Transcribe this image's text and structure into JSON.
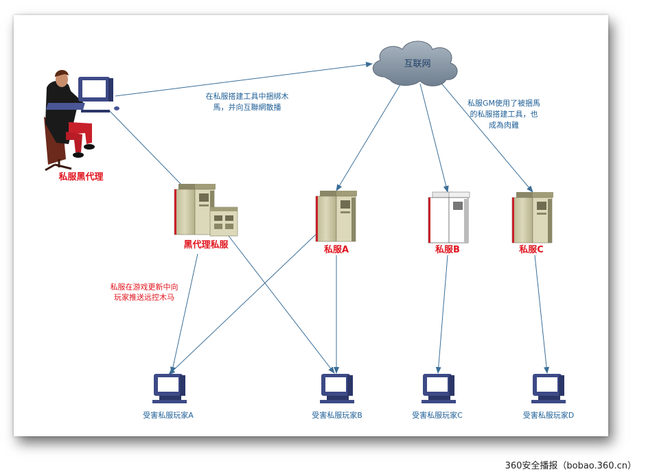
{
  "nodes": {
    "agent": "私服黑代理",
    "internet": "互联网",
    "black_server": "黑代理私服",
    "server_a": "私服A",
    "server_b": "私服B",
    "server_c": "私服C",
    "victim_a": "受害私服玩家A",
    "victim_b": "受害私服玩家B",
    "victim_c": "受害私服玩家C",
    "victim_d": "受害私服玩家D"
  },
  "annotations": {
    "spread_line1": "在私服搭建工具中捆绑木",
    "spread_line2": "馬，并向互聯網散播",
    "gm_line1": "私服GM使用了被捆馬",
    "gm_line2": "的私服搭建工具，也",
    "gm_line3": "成為肉雞",
    "push_line1": "私服在游戏更新中向",
    "push_line2": "玩家推送远控木马"
  },
  "watermark": "360安全播报（bobao.360.cn）",
  "colors": {
    "arrow": "#3b6e97",
    "label_red": "#e0141e",
    "label_blue": "#1f5f96",
    "cloud": "#8c9aa8",
    "server_body": "#c9c6a4",
    "server_side": "#8a8766",
    "monitor": "#3d4a86"
  }
}
